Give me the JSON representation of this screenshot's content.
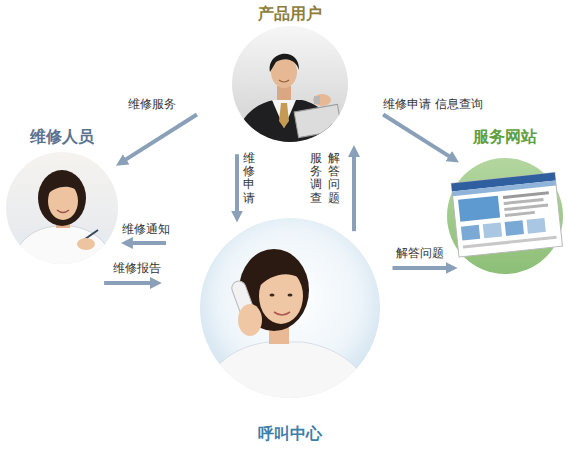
{
  "diagram": {
    "nodes": [
      {
        "text": [
          "产品用户"
        ]
      },
      {
        "text": [
          "维修人员"
        ]
      },
      {
        "text": [
          "服务网站"
        ]
      },
      {
        "text": [
          "呼叫中心"
        ]
      }
    ],
    "edges": [
      {
        "from": 0,
        "to": 1,
        "label": "维修服务",
        "arrow": "to"
      },
      {
        "from": 0,
        "to": 2,
        "label": "维修申请 信息查询",
        "arrow": "to"
      },
      {
        "from": 0,
        "to": 3,
        "label": "维修申请",
        "arrow": "to"
      },
      {
        "from": 3,
        "to": 0,
        "label": "服务调查",
        "arrow": "to"
      },
      {
        "from": 3,
        "to": 1,
        "label": "维修通知",
        "arrow": "to"
      },
      {
        "from": 1,
        "to": 3,
        "label": "维修报告",
        "arrow": "to"
      },
      {
        "from": 3,
        "to": 2,
        "label": "解答问题",
        "arrow": "to"
      }
    ],
    "labels": [
      "解答问题"
    ]
  }
}
